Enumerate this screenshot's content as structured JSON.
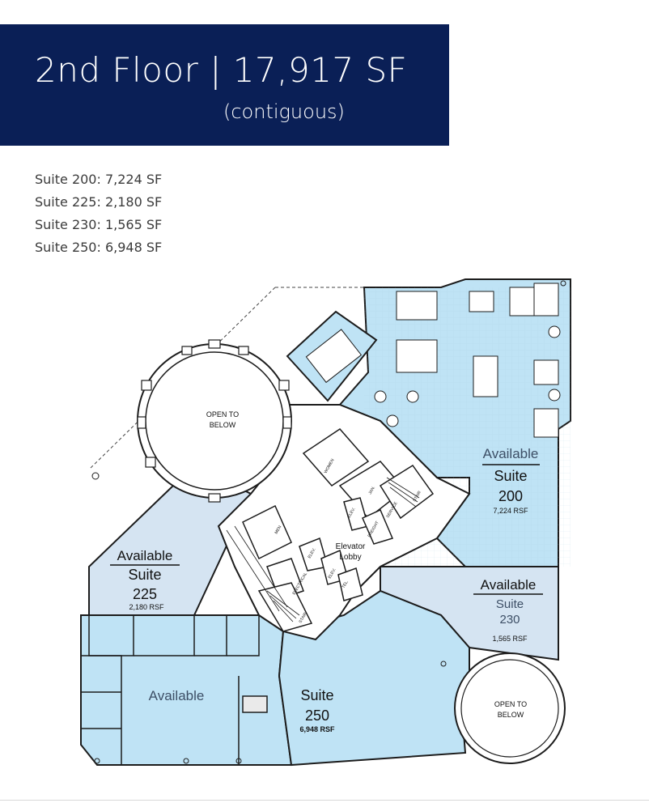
{
  "header": {
    "title": "2nd Floor | 17,917 SF",
    "subtitle": "(contiguous)",
    "bg_color": "#0a1f56"
  },
  "suites": [
    "Suite 200: 7,224 SF",
    "Suite 225: 2,180 SF",
    "Suite 230: 1,565 SF",
    "Suite 250: 6,948 SF"
  ],
  "plan": {
    "colors": {
      "available_blue": "#bfe3f5",
      "alt_blue": "#d5e4f2",
      "wall": "#1c1c1c"
    },
    "suite200": {
      "avail": "Available",
      "name": "Suite",
      "num": "200",
      "rsf": "7,224 RSF"
    },
    "suite225": {
      "avail": "Available",
      "name": "Suite",
      "num": "225",
      "rsf": "2,180 RSF"
    },
    "suite230": {
      "avail": "Available",
      "name": "Suite",
      "num": "230",
      "rsf": "1,565 RSF"
    },
    "suite250": {
      "avail": "Available",
      "name": "Suite",
      "num": "250",
      "rsf": "6,948 RSF"
    },
    "open_top": {
      "line1": "OPEN TO",
      "line2": "BELOW"
    },
    "open_bottom": {
      "line1": "OPEN TO",
      "line2": "BELOW"
    },
    "lobby": {
      "line1": "Elevator",
      "line2": "Lobby"
    },
    "core": {
      "elev": "ELEV.",
      "electrical": "ELECTRICAL",
      "tel": "TEL.",
      "jan": "JAN.",
      "service": "SERVICE",
      "freight": "FREIGHT",
      "stair": "STAIR",
      "mens": "MEN",
      "womens": "WOMEN"
    }
  }
}
